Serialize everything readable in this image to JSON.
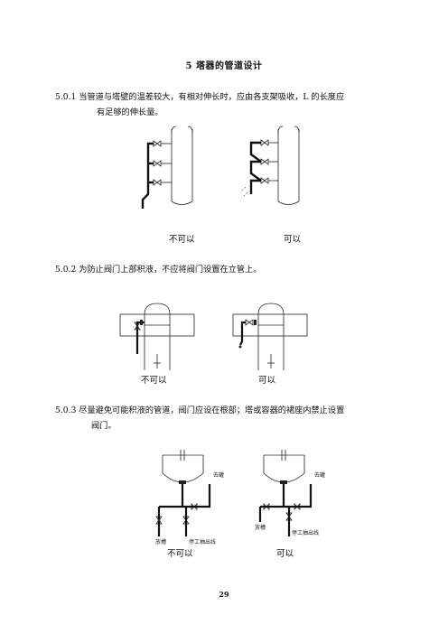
{
  "section_title": "5  塔器的管道设计",
  "clause_1": {
    "line1": "5.0.1  当管道与塔壁的温差较大，有相对伸长时，应由各支架吸收，L 的长度应",
    "line2": "有足够的伸长量。"
  },
  "figure_1": {
    "caption_bad": "不可以",
    "caption_good": "可以"
  },
  "clause_2": {
    "line1": "5.0.2  为防止阀门上部积液，不应将阀门设置在立管上。"
  },
  "figure_2": {
    "caption_bad": "不可以",
    "caption_good": "可以"
  },
  "clause_3": {
    "line1": "5.0.3 尽量避免可能积液的管道，阀门应设在根部；塔或容器的裙座内禁止设置",
    "line2": "阀门。"
  },
  "figure_3": {
    "label_to_tank": "去罐",
    "label_drain": "放槽",
    "label_shutdown": "停工抽出线",
    "caption_bad": "不可以",
    "caption_good": "可以"
  },
  "page_number": "29"
}
